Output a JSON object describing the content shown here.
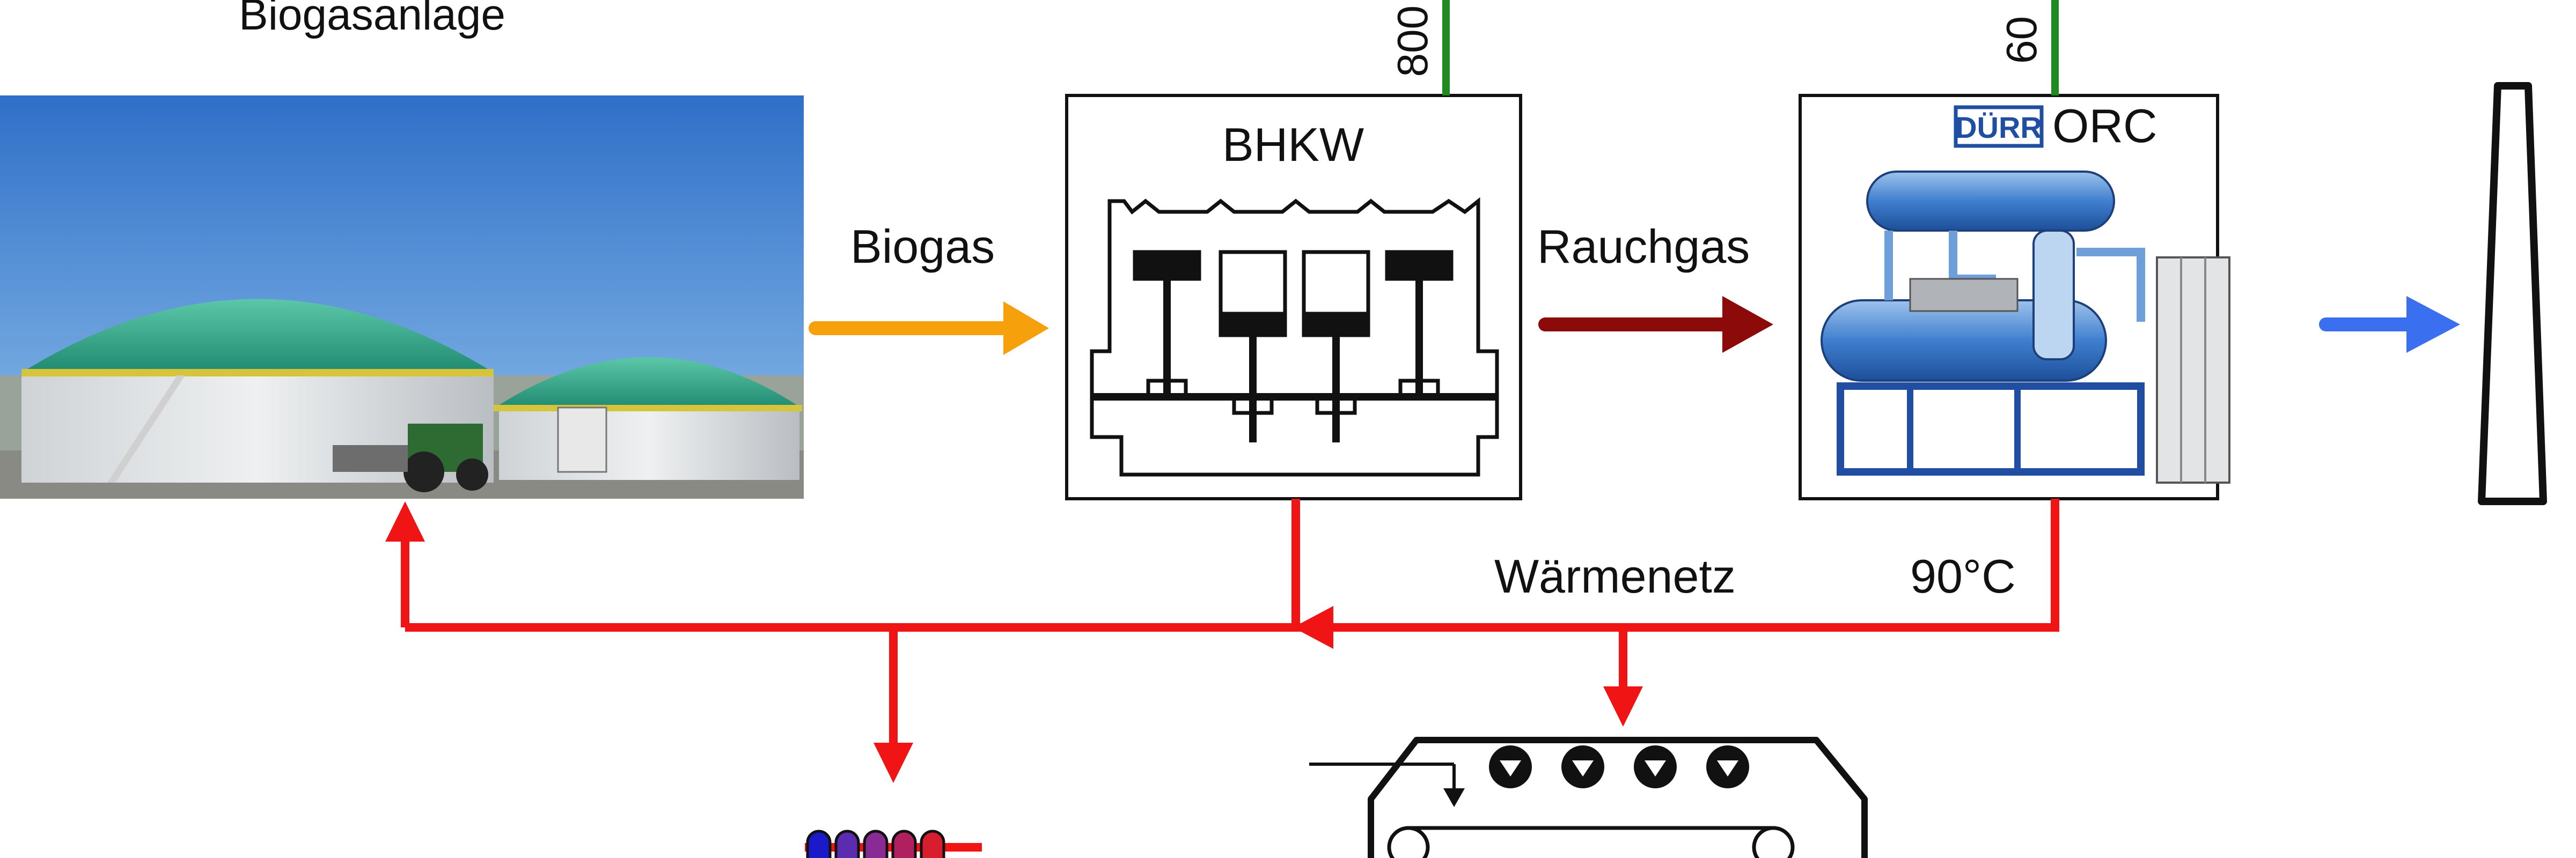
{
  "labels": {
    "biogas_plant": "Biogasanlage",
    "chp": "BHKW",
    "biogas": "Biogas",
    "flue_gas": "Rauchgas",
    "orc_brand": "DÜRR",
    "orc": "ORC",
    "heat_network": "Wärmenetz",
    "temperature": "90°C",
    "chp_power": "800",
    "orc_power": "60"
  },
  "colors": {
    "biogas_arrow": "#f6a00c",
    "flue_gas_arrow": "#8c0a0a",
    "exhaust_arrow": "#3a6ff0",
    "heat_line": "#f01414",
    "power_line": "#1f8a1f",
    "brand_blue": "#1f4ea3",
    "orc_blue": "#2c6fd0",
    "dome_green": "#2fa88a"
  },
  "icons": {
    "plant": "biogas-plant-photo",
    "engine": "engine-pistons-icon",
    "orc": "orc-unit-icon",
    "stack": "chimney-stack-icon",
    "radiator": "radiator-icon",
    "dryer": "belt-dryer-icon"
  }
}
